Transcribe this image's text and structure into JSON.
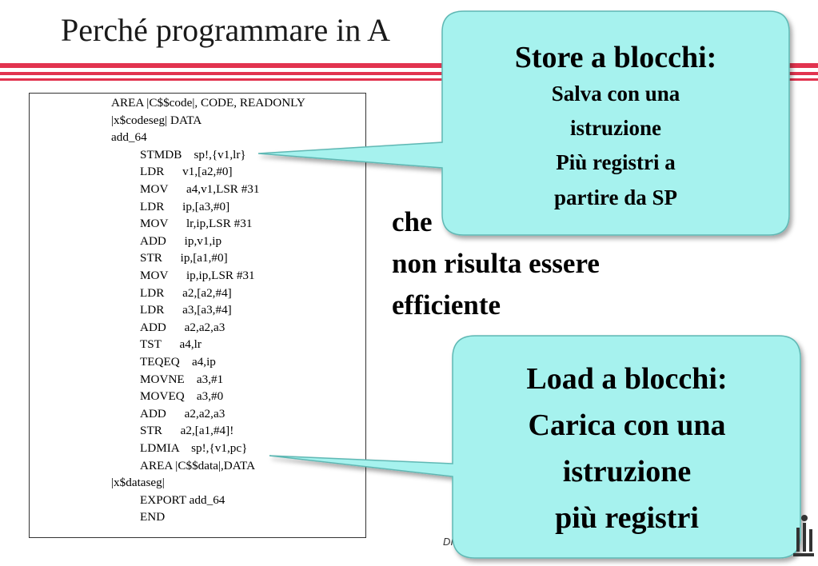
{
  "slide": {
    "title": "Perché programmare in A"
  },
  "code": {
    "lines": [
      "AREA |C$$code|, CODE, READONLY",
      "|x$codeseg| DATA",
      "add_64",
      "STMDB    sp!,{v1,lr}",
      "LDR      v1,[a2,#0]",
      "MOV      a4,v1,LSR #31",
      "LDR      ip,[a3,#0]",
      "MOV      lr,ip,LSR #31",
      "ADD      ip,v1,ip",
      "STR      ip,[a1,#0]",
      "MOV      ip,ip,LSR #31",
      "LDR      a2,[a2,#4]",
      "LDR      a3,[a3,#4]",
      "ADD      a2,a2,a3",
      "TST      a4,lr",
      "TEQEQ    a4,ip",
      "MOVNE    a3,#1",
      "MOVEQ    a3,#0",
      "ADD      a2,a2,a3",
      "STR      a2,[a1,#4]!",
      "LDMIA    sp!,{v1,pc}",
      "AREA |C$$data|,DATA",
      "|x$dataseg|",
      "EXPORT add_64",
      "END"
    ]
  },
  "background_text": {
    "line1": "che",
    "line2": "non risulta essere",
    "line3": "efficiente"
  },
  "footer": {
    "text": "DIS"
  },
  "callout_store": {
    "heading": "Store a blocchi:",
    "line1": "Salva con una",
    "line2": "istruzione",
    "line3": "Più registri a",
    "line4": "partire da SP"
  },
  "callout_load": {
    "heading": "Load a blocchi:",
    "line1": "Carica con una",
    "line2": "istruzione",
    "line3": "più registri"
  },
  "colors": {
    "stripe": "#e2334f",
    "callout_fill": "#a6f2ee",
    "callout_border": "#5fb8b4"
  }
}
